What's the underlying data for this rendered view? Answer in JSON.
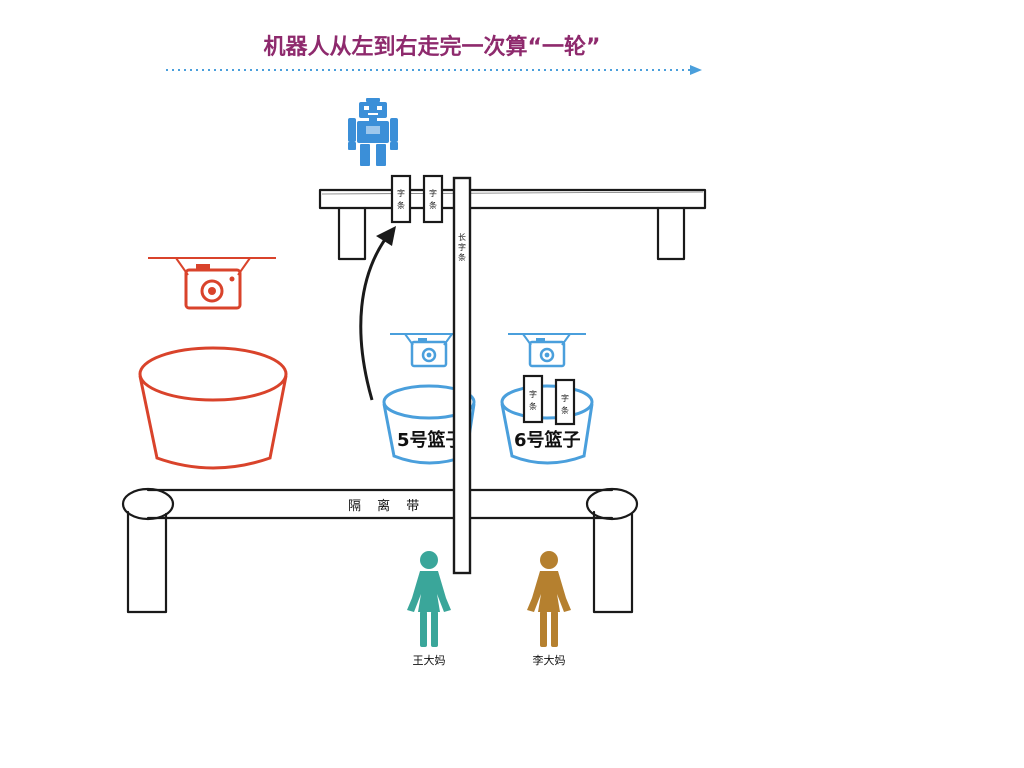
{
  "title": "机器人从左到右走完一次算“一轮”",
  "colors": {
    "title": "#8e2a6d",
    "direction_arrow": "#4a9fdc",
    "red": "#d9432b",
    "blue": "#4a9fdc",
    "teal": "#3aa69a",
    "brown": "#b5802f",
    "ink": "#1a1a1a",
    "robot": "#3b8fd8"
  },
  "top_shelf": {
    "strips": [
      {
        "line1": "字",
        "line2": "条"
      },
      {
        "line1": "字",
        "line2": "条"
      }
    ]
  },
  "long_strip": {
    "line1": "长",
    "line2": "字",
    "line3": "条"
  },
  "baskets": [
    {
      "label": "5号篮子"
    },
    {
      "label": "6号篮子"
    }
  ],
  "basket6_strips": [
    {
      "line1": "字",
      "line2": "条"
    },
    {
      "line1": "字",
      "line2": "条"
    }
  ],
  "isolation_belt": {
    "label": "隔 离 带"
  },
  "people": [
    {
      "name": "王大妈",
      "icon": "woman-icon"
    },
    {
      "name": "李大妈",
      "icon": "woman-icon"
    }
  ],
  "icons": [
    "robot-icon",
    "camera-icon",
    "arrow-icon",
    "basket-icon",
    "woman-icon"
  ]
}
